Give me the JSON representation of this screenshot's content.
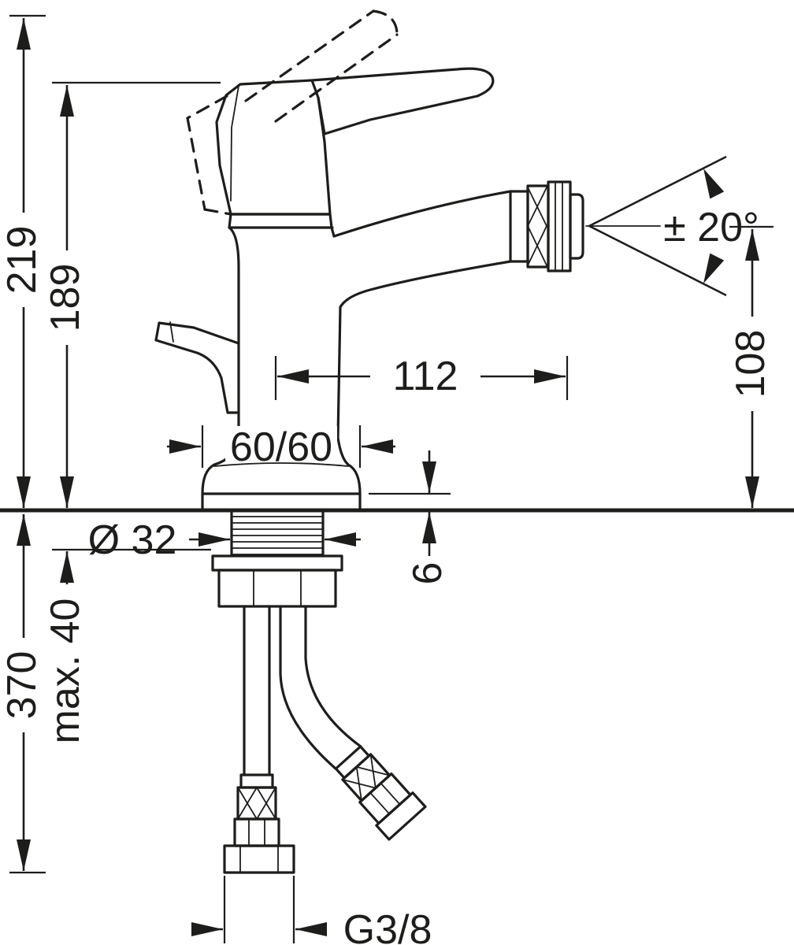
{
  "drawing": {
    "colors": {
      "line": "#1d1d1b",
      "background": "#ffffff"
    },
    "dimensions": {
      "total_height": "219",
      "handle_height": "189",
      "outlet_height": "108",
      "spout_reach": "112",
      "base_plate": "60/60",
      "hole_diameter": "Ø 32",
      "rosette_height": "6",
      "swivel_angle": "± 20°",
      "below_deck_length": "370",
      "max_mounting_thickness": "max. 40",
      "connection_thread": "G3/8"
    }
  }
}
